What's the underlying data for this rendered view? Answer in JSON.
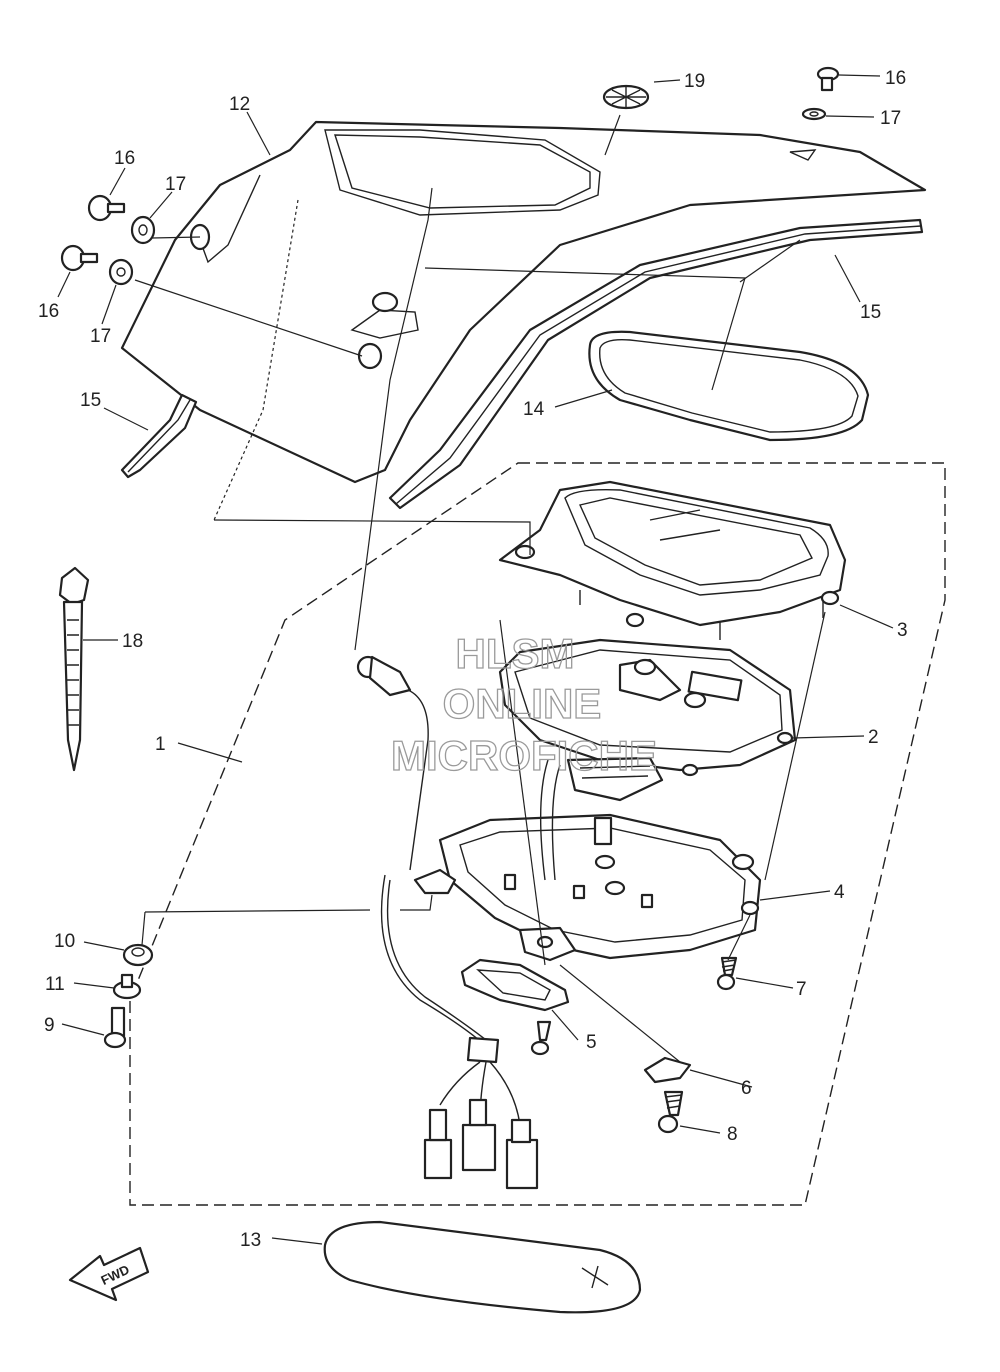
{
  "callouts": {
    "c12": "12",
    "c16a": "16",
    "c16b": "16",
    "c16c": "16",
    "c17a": "17",
    "c17b": "17",
    "c17c": "17",
    "c19": "19",
    "c15a": "15",
    "c15b": "15",
    "c14": "14",
    "c18": "18",
    "c3": "3",
    "c2": "2",
    "c1": "1",
    "c4": "4",
    "c7": "7",
    "c10": "10",
    "c11": "11",
    "c9": "9",
    "c5": "5",
    "c6": "6",
    "c8": "8",
    "c13": "13"
  },
  "watermark": {
    "line1": "HLSM",
    "line2": "ONLINE",
    "line3": "MICROFICHE"
  },
  "fwd_label": "FWD"
}
